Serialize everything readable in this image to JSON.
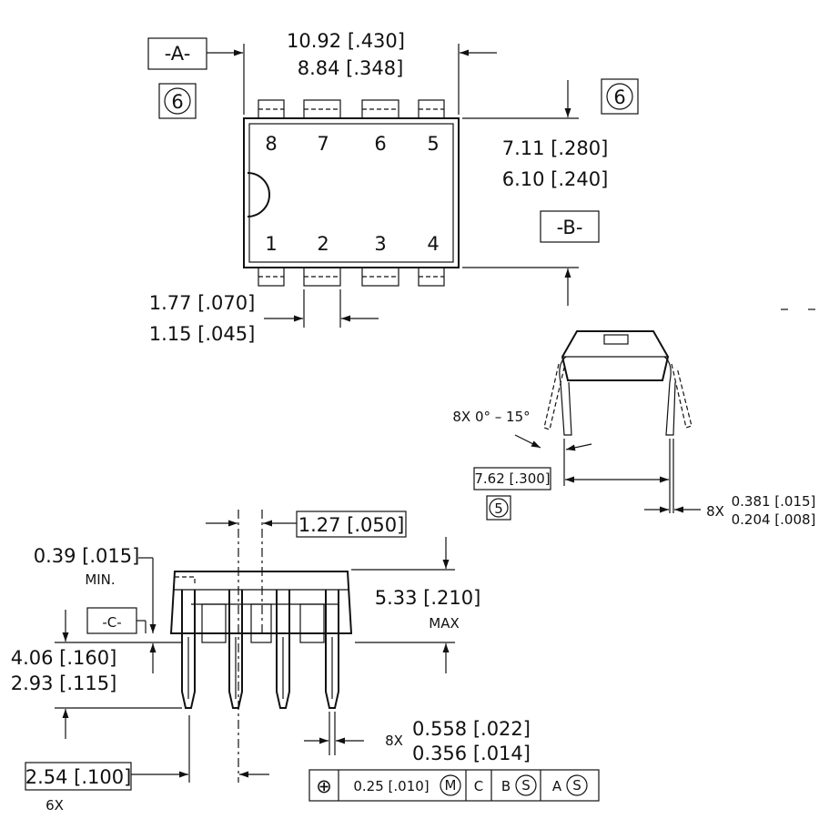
{
  "top_view": {
    "datum_a": "-A-",
    "datum_b": "-B-",
    "note_left": "6",
    "note_right": "6",
    "length_max": "10.92 [.430]",
    "length_min": "8.84 [.348]",
    "width_max": "7.11 [.280]",
    "width_min": "6.10 [.240]",
    "lead_width_max": "1.77 [.070]",
    "lead_width_min": "1.15 [.045]",
    "pins_top": [
      "8",
      "7",
      "6",
      "5"
    ],
    "pins_bottom": [
      "1",
      "2",
      "3",
      "4"
    ]
  },
  "end_view": {
    "angle": "8X 0° – 15°",
    "row_spacing": "7.62 [.300]",
    "note": "5",
    "lead_thk_prefix": "8X",
    "lead_thk_max": "0.381 [.015]",
    "lead_thk_min": "0.204 [.008]"
  },
  "side_view": {
    "lead_shoulder": "1.27 [.050]",
    "standoff": "0.39 [.015]",
    "standoff_note": "MIN.",
    "datum_c": "-C-",
    "height": "5.33 [.210]",
    "height_note": "MAX",
    "lead_len_max": "4.06 [.160]",
    "lead_len_min": "2.93 [.115]",
    "lead_w_prefix": "8X",
    "lead_w_max": "0.558 [.022]",
    "lead_w_min": "0.356 [.014]",
    "pitch": "2.54 [.100]",
    "pitch_count": "6X",
    "tolerance": {
      "symbol": "⊕",
      "value": "0.25 [.010]",
      "modifier": "M",
      "ref1": "C",
      "ref2": "B",
      "ref2_mod": "S",
      "ref3": "A",
      "ref3_mod": "S"
    }
  }
}
